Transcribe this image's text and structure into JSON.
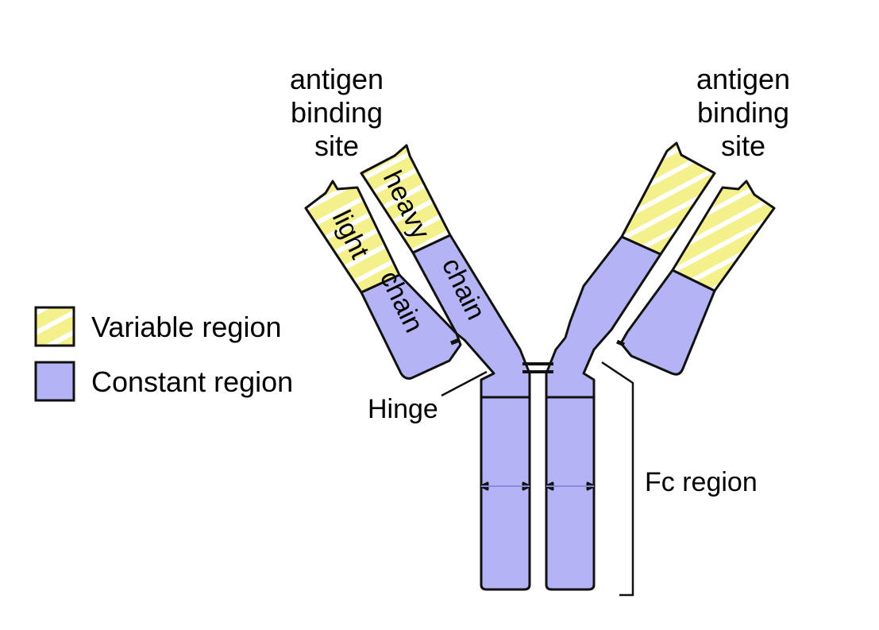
{
  "colors": {
    "variable_region": "#f4f08c",
    "variable_stripe": "#ffffff",
    "constant_region": "#b3b3f5",
    "outline": "#111111",
    "text": "#000000"
  },
  "labels": {
    "antigen_left": [
      "antigen",
      "binding",
      "site"
    ],
    "antigen_right": [
      "antigen",
      "binding",
      "site"
    ],
    "heavy": "heavy",
    "light": "light",
    "chain_heavy": "chain",
    "chain_light": "chain",
    "hinge": "Hinge",
    "fc_region": "Fc region"
  },
  "legend": [
    {
      "label": "Variable region",
      "kind": "variable"
    },
    {
      "label": "Constant region",
      "kind": "constant"
    }
  ]
}
